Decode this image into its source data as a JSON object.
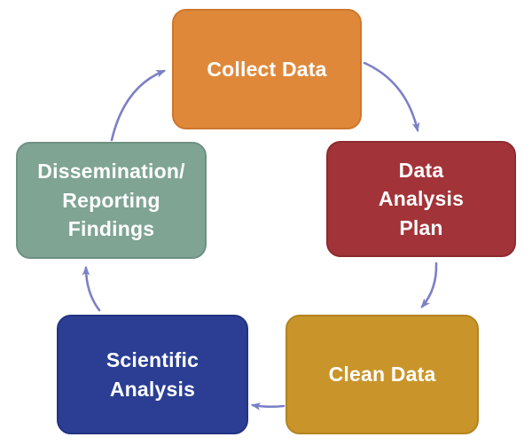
{
  "diagram": {
    "type": "cycle",
    "background": "#FFFFFF",
    "arrow_color": "#7B80C6",
    "text_color": "#FFFFFF",
    "nodes": [
      {
        "id": "collect-data",
        "label": "Collect Data",
        "fill": "#E0883A",
        "border": "#CE762D"
      },
      {
        "id": "data-analysis-plan",
        "label": "Data\nAnalysis\nPlan",
        "fill": "#A23439",
        "border": "#8D2B30"
      },
      {
        "id": "clean-data",
        "label": "Clean Data",
        "fill": "#C9952B",
        "border": "#B4831F"
      },
      {
        "id": "scientific-analysis",
        "label": "Scientific\nAnalysis",
        "fill": "#2B3E94",
        "border": "#223380"
      },
      {
        "id": "dissemination",
        "label": "Dissemination/\nReporting\nFindings",
        "fill": "#7FA494",
        "border": "#6D9282"
      }
    ],
    "flow": [
      {
        "from": "collect-data",
        "to": "data-analysis-plan"
      },
      {
        "from": "data-analysis-plan",
        "to": "clean-data"
      },
      {
        "from": "clean-data",
        "to": "scientific-analysis"
      },
      {
        "from": "scientific-analysis",
        "to": "dissemination"
      },
      {
        "from": "dissemination",
        "to": "collect-data"
      }
    ]
  }
}
